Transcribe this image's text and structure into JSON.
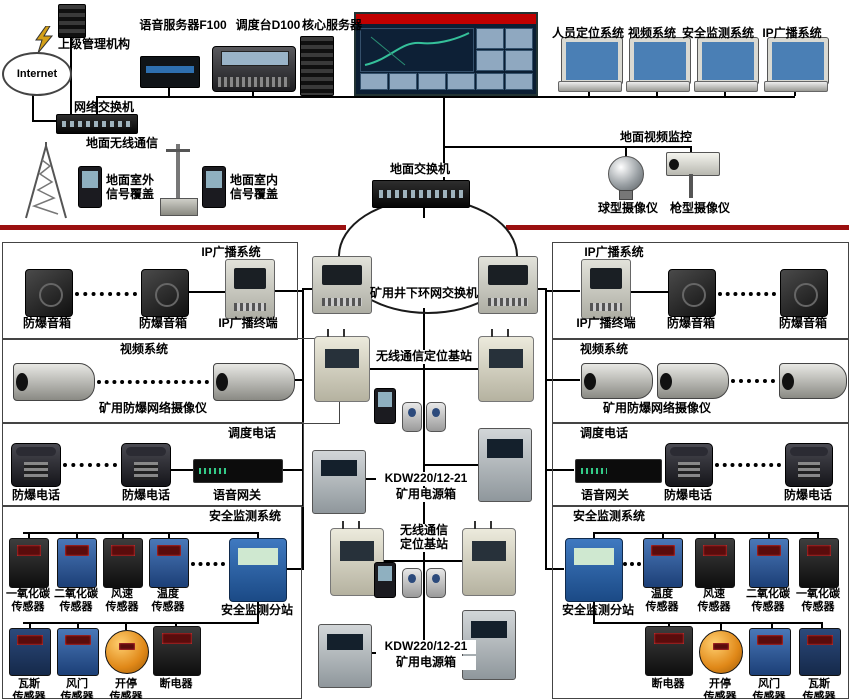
{
  "header": {
    "voice_server": "语音服务器F100",
    "dispatch_console": "调度台D100",
    "core_server": "核心服务器",
    "management": "上级管理机构",
    "internet": "Internet",
    "network_switch": "网络交换机",
    "personnel_system": "人员定位系统",
    "video_system": "视频系统",
    "safety_system": "安全监测系统",
    "broadcast_system": "IP广播系统"
  },
  "ground": {
    "wireless": "地面无线通信",
    "outdoor_coverage": "地面室外\n信号覆盖",
    "indoor_coverage": "地面室内\n信号覆盖",
    "switch": "地面交换机",
    "video_monitor": "地面视频监控",
    "dome_camera": "球型摄像仪",
    "gun_camera": "枪型摄像仪"
  },
  "underground": {
    "ring_switch": "矿用井下环网交换机",
    "base_station": "无线通信定位基站",
    "base_station_2": "无线通信\n定位基站",
    "power_box_model": "KDW220/12-21",
    "power_box_name": "矿用电源箱",
    "section_broadcast": "IP广播系统",
    "section_video": "视频系统",
    "section_phone": "调度电话",
    "section_safety": "安全监测系统",
    "speaker": "防爆音箱",
    "broadcast_terminal": "IP广播终端",
    "mine_camera": "矿用防爆网络摄像仪",
    "ex_phone": "防爆电话",
    "voice_gateway": "语音网关",
    "substation": "安全监测分站",
    "sensor_co": "一氧化碳\n传感器",
    "sensor_co2": "二氧化碳\n传感器",
    "sensor_wind": "风速\n传感器",
    "sensor_temp": "温度\n传感器",
    "sensor_gas": "瓦斯\n传感器",
    "sensor_door": "风门\n传感器",
    "sensor_onoff": "开停\n传感器",
    "breaker": "断电器"
  },
  "colors": {
    "separator_line": "#9b1010",
    "connector_line": "#000000",
    "banner_red": "#c00000"
  }
}
